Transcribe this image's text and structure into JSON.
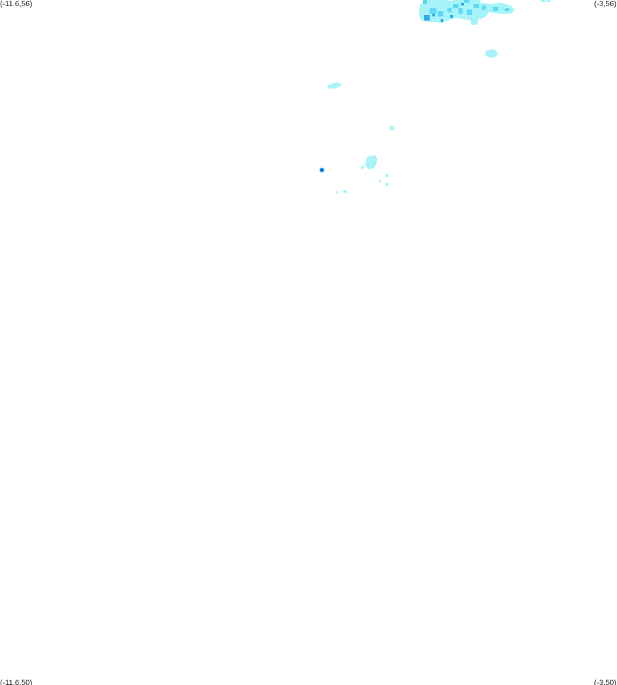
{
  "map": {
    "corners": {
      "top_left": "(-11.6,56)",
      "top_right": "(-3,56)",
      "bottom_left": "(-11.6,50)",
      "bottom_right": "(-3,50)"
    },
    "colors": {
      "background": "#ffffff",
      "light": "#a6f4fa",
      "medium": "#5fd8f5",
      "strong": "#2ea8ee",
      "intense": "#0066dd"
    }
  }
}
